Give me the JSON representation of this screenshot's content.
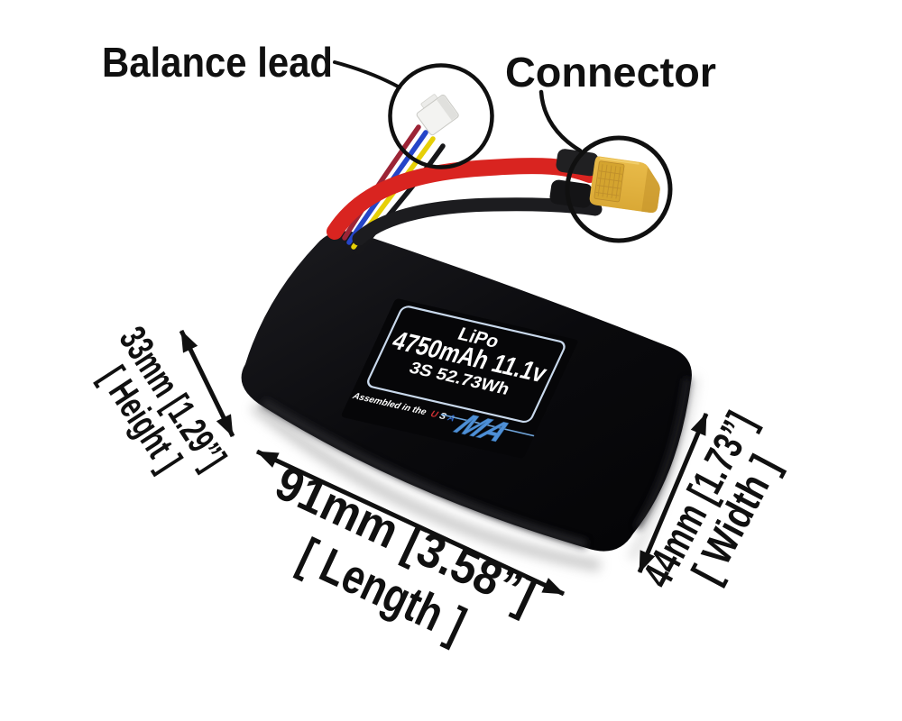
{
  "annotations": {
    "balance_lead": "Balance lead",
    "connector": "Connector"
  },
  "dimensions": {
    "height": {
      "value": "33mm [1.29”]",
      "label": "[ Height ]"
    },
    "length": {
      "value": "91mm [3.58”]",
      "label": "[ Length ]"
    },
    "width": {
      "value": "44mm [1.73”]",
      "label": "[ Width ]"
    }
  },
  "battery_label": {
    "chemistry": "LiPo",
    "capacity_voltage": "4750mAh 11.1v",
    "config_energy": "3S 52.73Wh",
    "assembled": {
      "prefix": "Assembled in the",
      "u": "U",
      "s": "S",
      "a": "A"
    },
    "logo": "MA"
  },
  "colors": {
    "annotation_ink": "#101010",
    "battery_black": "#0b0b0e",
    "label_border": "#c9d9ec",
    "label_text": "#ffffff",
    "logo_blue": "#4e8fd6",
    "usa_red": "#d03032",
    "usa_white": "#ffffff",
    "usa_blue": "#2f66c8",
    "wire_red": "#d92420",
    "wire_black": "#1c1c1f",
    "balance_red": "#9c2436",
    "balance_blue": "#2545c8",
    "balance_yellow": "#e6cf06",
    "balance_black": "#17171a",
    "jst_white": "#f3f3f1",
    "xt60_yellow": "#e2b13c"
  }
}
